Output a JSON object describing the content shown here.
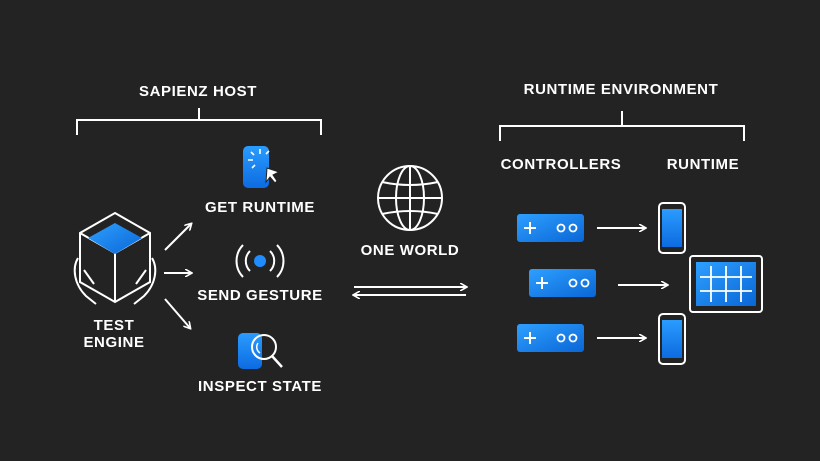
{
  "groups": {
    "sapienz_host": "SAPIENZ HOST",
    "runtime_environment": "RUNTIME ENVIRONMENT",
    "controllers": "CONTROLLERS",
    "runtime": "RUNTIME"
  },
  "test_engine": {
    "line1": "TEST",
    "line2": "ENGINE"
  },
  "actions": {
    "get_runtime": "GET RUNTIME",
    "send_gesture": "SEND GESTURE",
    "inspect_state": "INSPECT STATE"
  },
  "one_world": "ONE WORLD",
  "colors": {
    "background": "#232323",
    "line": "#ffffff",
    "accent_light": "#2ea0ff",
    "accent_dark": "#0a66d6"
  },
  "icons": [
    "test-engine-cube-hands-icon",
    "phone-tap-icon",
    "gesture-broadcast-icon",
    "magnifier-phone-icon",
    "globe-icon",
    "controller-icon",
    "phone-icon",
    "tablet-icon"
  ]
}
